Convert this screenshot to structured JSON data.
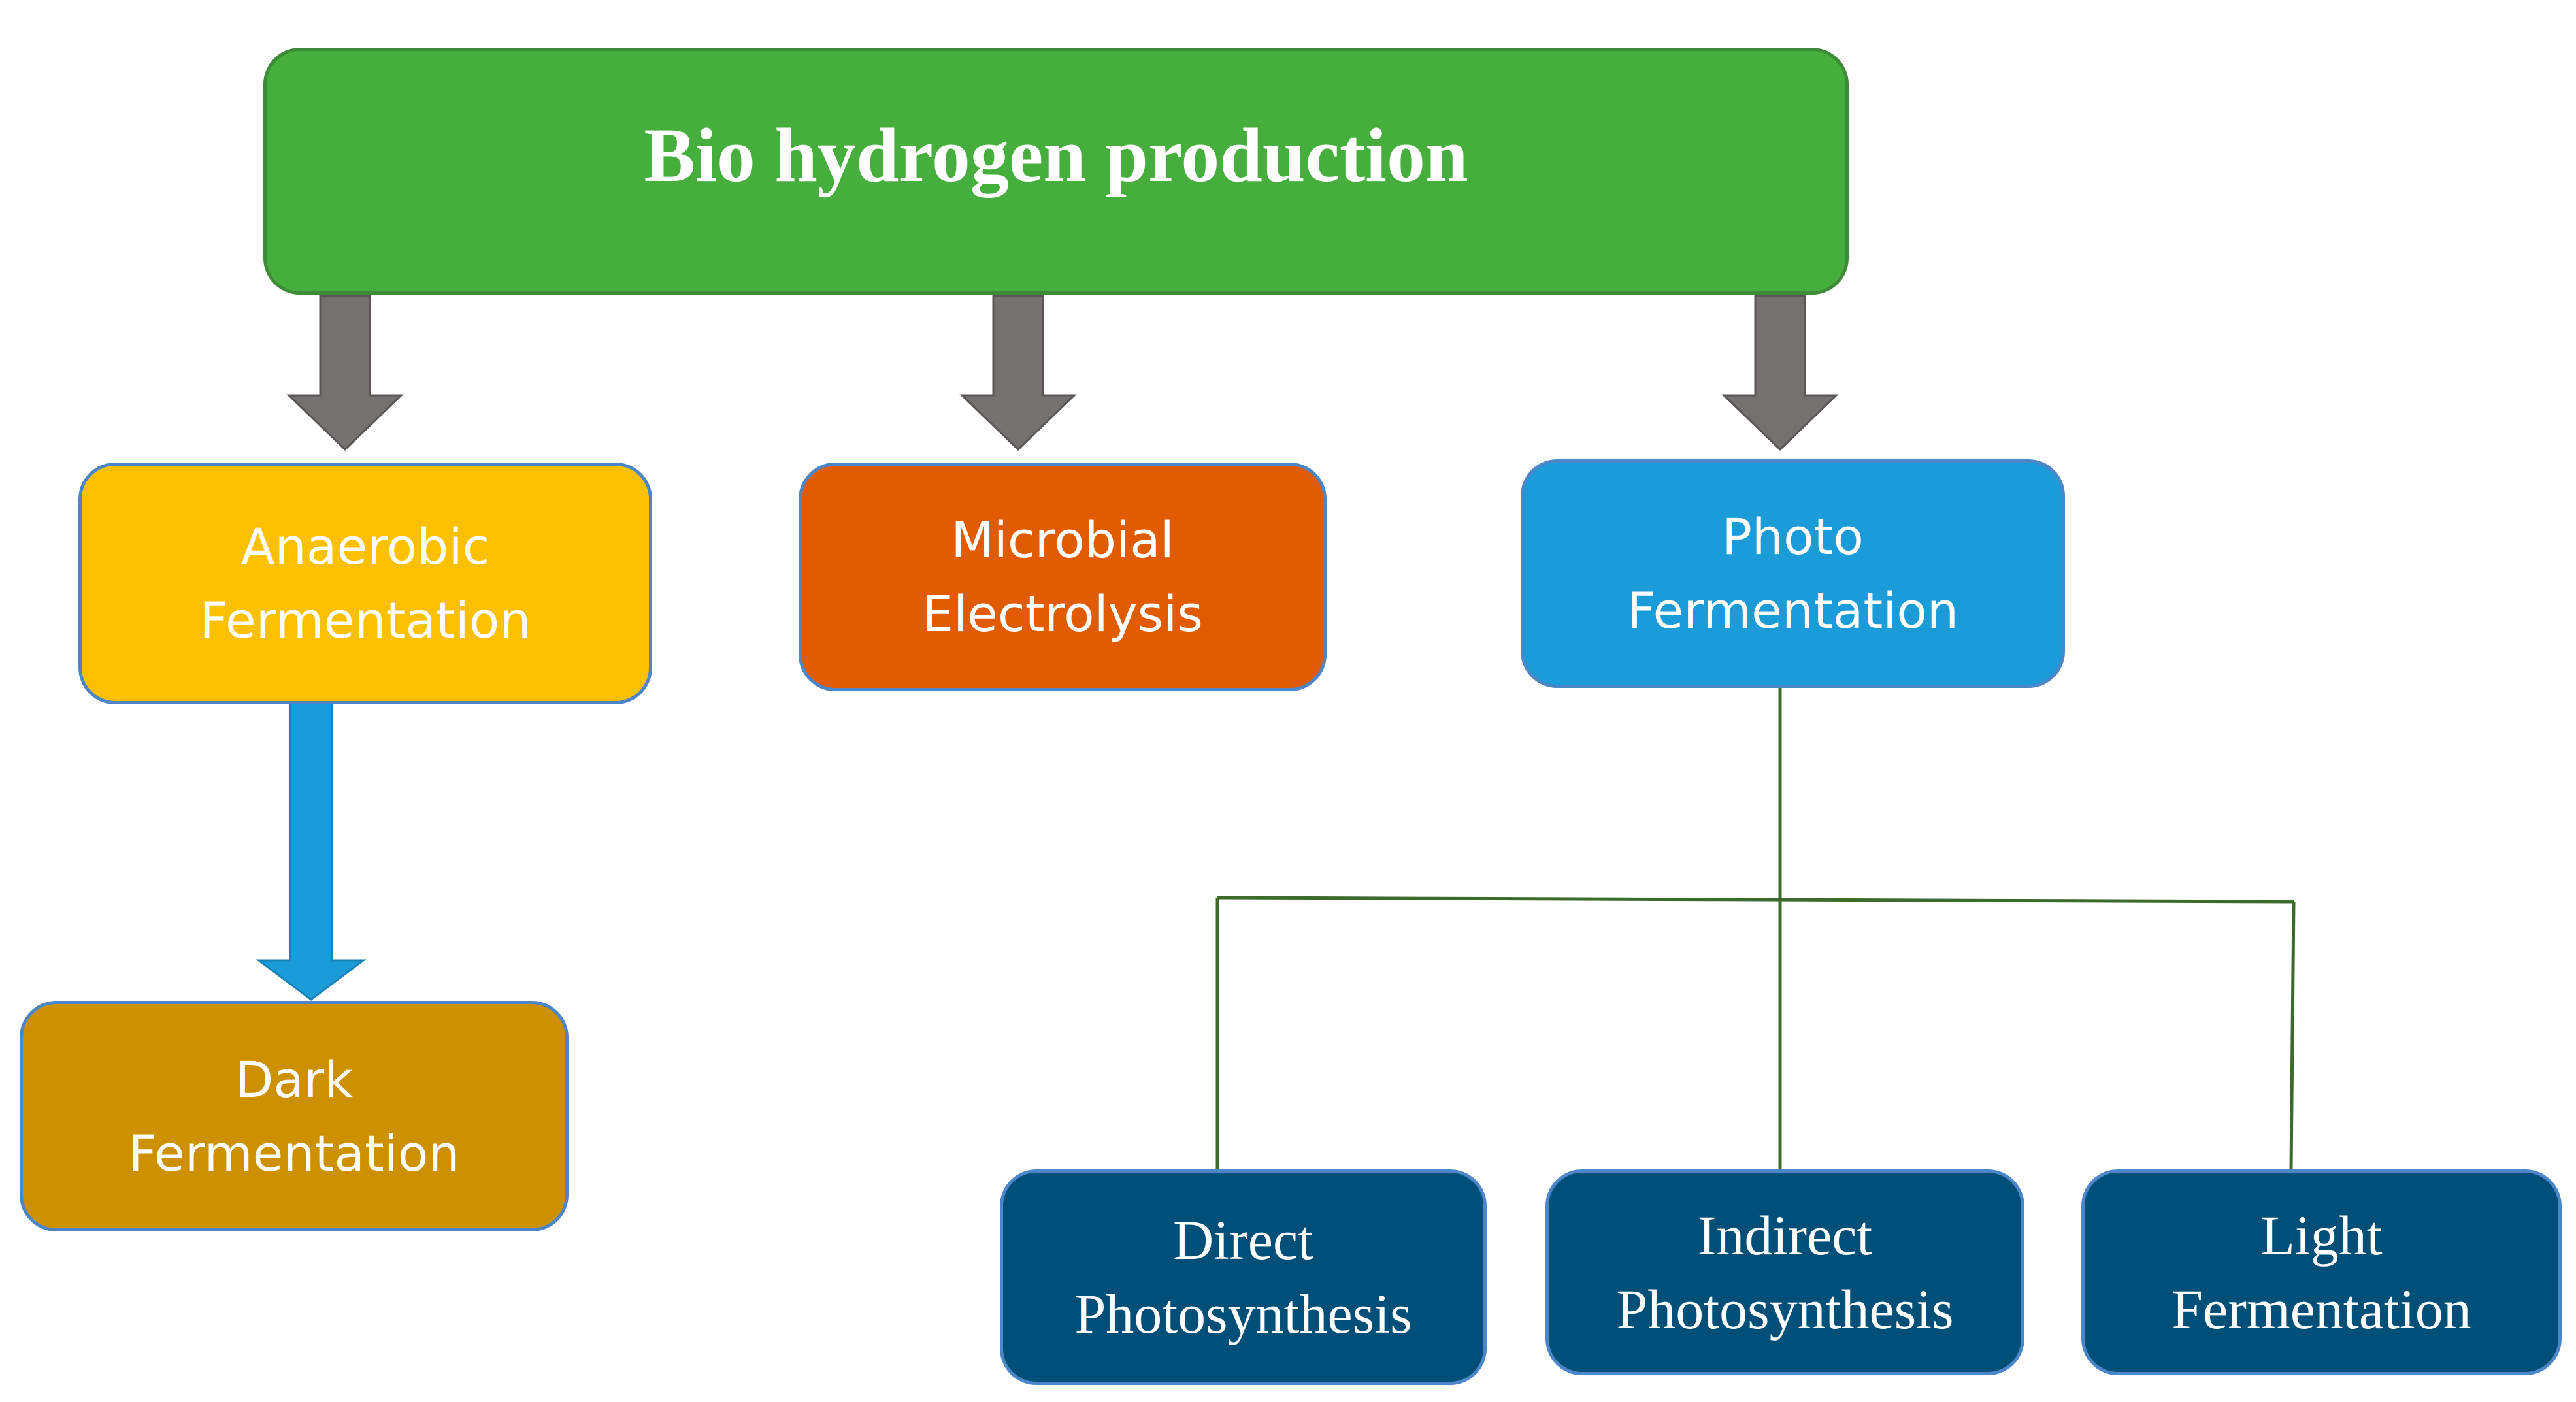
{
  "root": {
    "label": "Bio hydrogen production",
    "color": "#45ae3d"
  },
  "level1": [
    {
      "lines": [
        "Anaerobic",
        "Fermentation"
      ],
      "color": "#fcc002"
    },
    {
      "lines": [
        "Microbial",
        "Electrolysis"
      ],
      "color": "#e15b03"
    },
    {
      "lines": [
        "Photo",
        "Fermentation"
      ],
      "color": "#1b9bd8"
    }
  ],
  "anaerobic_child": {
    "lines": [
      "Dark",
      "Fermentation"
    ],
    "color": "#cd9000"
  },
  "photo_children": [
    {
      "lines": [
        "Direct",
        "Photosynthesis"
      ],
      "color": "#004f78"
    },
    {
      "lines": [
        "Indirect",
        "Photosynthesis"
      ],
      "color": "#004f78"
    },
    {
      "lines": [
        "Light",
        "Fermentation"
      ],
      "color": "#004f78"
    }
  ],
  "colors": {
    "box_border": "#4a86c8",
    "gray_arrow": "#767171",
    "blue_arrow": "#1b9bd8",
    "connector": "#3d6b2c"
  }
}
